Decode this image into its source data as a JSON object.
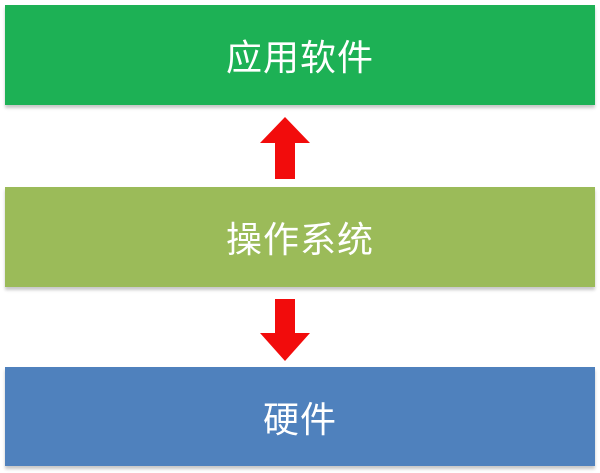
{
  "diagram": {
    "text_color": "#ffffff",
    "layers": [
      {
        "label": "应用软件",
        "color": "#1db155"
      },
      {
        "label": "操作系统",
        "color": "#9bbb59"
      },
      {
        "label": "硬件",
        "color": "#4f81bd"
      }
    ],
    "arrows": [
      {
        "direction": "up",
        "color": "#f20c0c"
      },
      {
        "direction": "down",
        "color": "#f20c0c"
      }
    ]
  }
}
